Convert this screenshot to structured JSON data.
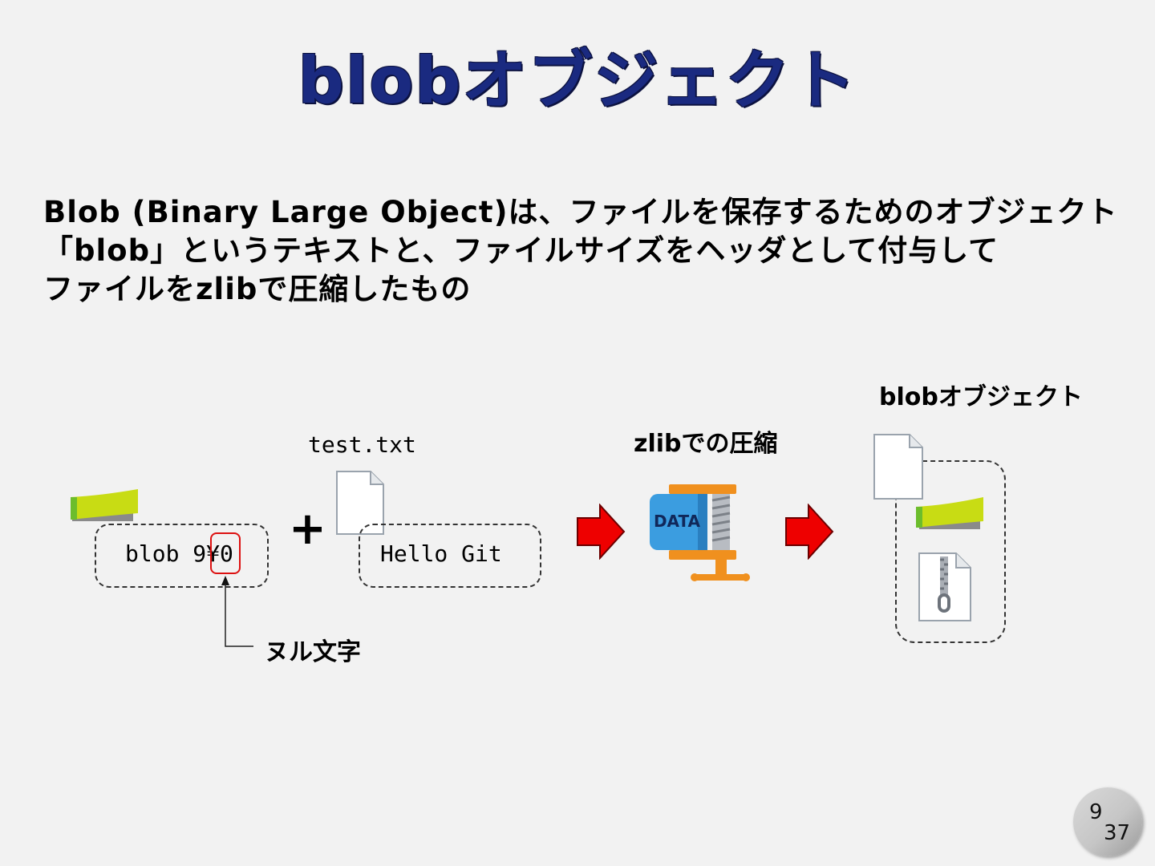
{
  "slide": {
    "title": "blobオブジェクト",
    "body_lines": [
      "Blob (Binary Large Object)は、ファイルを保存するためのオブジェクト",
      "「blob」というテキストと、ファイルサイズをヘッダとして付与して",
      "ファイルをzlibで圧縮したもの"
    ],
    "page_current": "9",
    "page_total": "37"
  },
  "diagram": {
    "header_text": "blob 9¥0",
    "file_name": "test.txt",
    "file_content": "Hello Git",
    "plus": "+",
    "null_char_label": "ヌル文字",
    "compress_label": "zlibでの圧縮",
    "data_label": "DATA",
    "result_label": "blobオブジェクト"
  },
  "colors": {
    "title": "#1a2a80",
    "arrow": "#ee0000",
    "highlight": "#dd1111",
    "tag_yellow": "#c8dc14",
    "tag_green": "#6cbd2c",
    "clamp_orange": "#f0901e",
    "data_blue": "#3b9de0"
  },
  "icons": [
    "document-icon",
    "tag-icon",
    "compress-clamp-icon",
    "zip-file-icon",
    "red-arrow-icon"
  ]
}
